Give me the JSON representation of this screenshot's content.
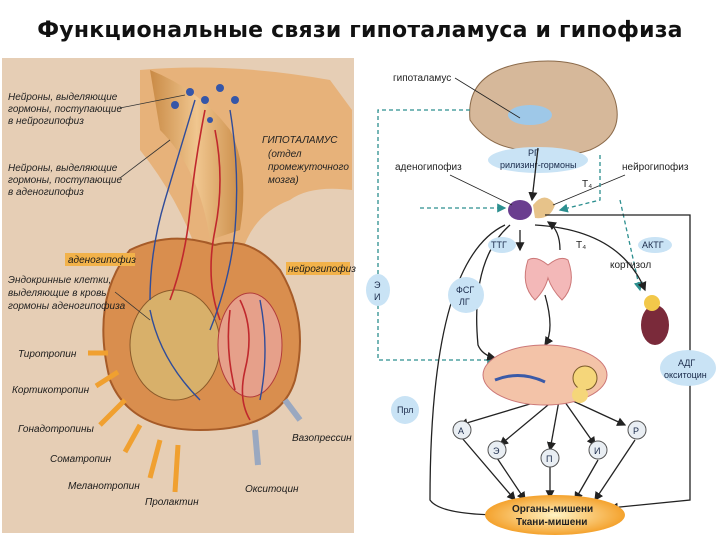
{
  "title": "Функциональные связи гипоталамуса и гипофиза",
  "left": {
    "neurons_neuro": [
      "Нейроны, выделяющие",
      "гормоны, поступающие",
      "в нейрогипофиз"
    ],
    "neurons_adeno": [
      "Нейроны, выделяющие",
      "гормоны, поступающие",
      "в аденогипофиз"
    ],
    "hypothalamus": [
      "ГИПОТАЛАМУС",
      "(отдел",
      "промежуточного",
      "мозга)"
    ],
    "adenohypophysis_tag": "аденогипофиз",
    "neurohypophysis_tag": "нейрогипофиз",
    "endocrine": [
      "Эндокринные клетки,",
      "выделяющие в кровь",
      "гормоны аденогипофиза"
    ],
    "hormones_left": [
      "Тиротропин",
      "Кортикотропин",
      "Гонадотропины",
      "Соматропин",
      "Меланотропин",
      "Пролактин"
    ],
    "vasopressin": "Вазопрессин",
    "oxytocin": "Окситоцин"
  },
  "right": {
    "hypothalamus": "гипоталамус",
    "rg": [
      "РГ",
      "рилизинг-гормоны"
    ],
    "adenohypophysis": "аденогипофиз",
    "neurohypophysis": "нейрогипофиз",
    "t4_top": "T₄",
    "ttg": "ТТГ",
    "t4": "T₄",
    "actg": "АКТГ",
    "cortisol": "кортизол",
    "e_i": [
      "Э",
      "И"
    ],
    "fsg_lg": [
      "ФСГ",
      "ЛГ"
    ],
    "prl": "Прл",
    "adg": [
      "АДГ",
      "окситоцин"
    ],
    "nodes": [
      "А",
      "Э",
      "П",
      "И",
      "Р"
    ],
    "targets": [
      "Органы-мишени",
      "Ткани-мишени"
    ]
  },
  "colors": {
    "arrow_orange": "#f0a030",
    "bubble": "#c9e3f5",
    "dash": "#2c8f8f",
    "target": "#f6a623"
  }
}
